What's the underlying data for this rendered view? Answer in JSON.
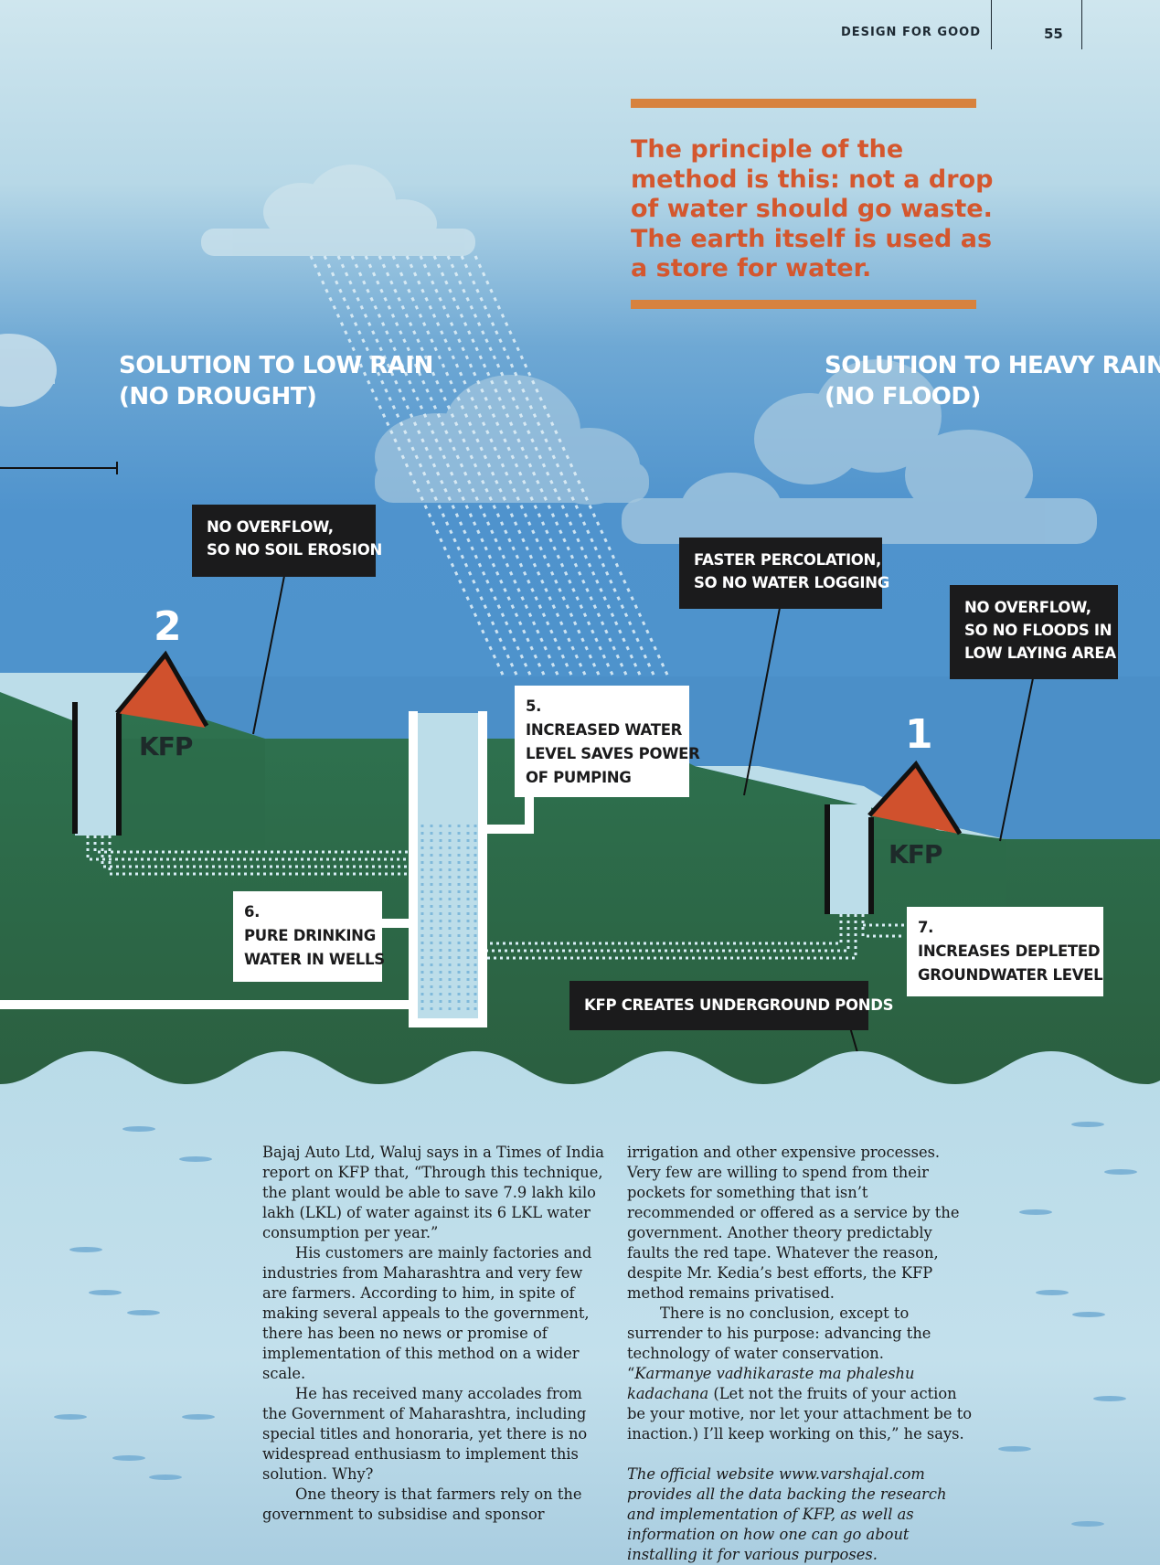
{
  "header": {
    "section": "DESIGN FOR GOOD",
    "page_number": "55"
  },
  "pull_quote": "The principle of the method is this: not a drop of water should go waste. The earth itself is used as a store for water.",
  "diagram": {
    "heading_left": "SOLUTION TO LOW RAIN\n(NO DROUGHT)",
    "heading_right": "SOLUTION TO HEAVY RAIN\n(NO FLOOD)",
    "callout_no_overflow_erosion": "NO OVERFLOW,\nSO NO SOIL EROSION",
    "callout_faster_percolation": "FASTER PERCOLATION,\nSO NO WATER LOGGING",
    "callout_no_floods": "NO OVERFLOW,\nSO NO FLOODS IN\nLOW LAYING AREA",
    "callout_5": "5.\nINCREASED WATER\nLEVEL SAVES POWER\nOF PUMPING",
    "callout_6": "6.\nPURE DRINKING\nWATER IN WELLS",
    "callout_7": "7.\nINCREASES DEPLETED\nGROUNDWATER LEVEL",
    "callout_underground": "KFP CREATES UNDERGROUND PONDS",
    "marker_1": "1",
    "marker_2": "2",
    "kfp_label_left": "KFP",
    "kfp_label_right": "KFP"
  },
  "body": {
    "left_column": [
      "Bajaj Auto Ltd, Waluj says in a Times of India report on KFP that, “Through this technique, the plant would be able to save 7.9 lakh kilo lakh (LKL) of water against its 6 LKL water consumption per year.”",
      "His customers are mainly factories and industries from Maharashtra and very few are farmers. According to him, in spite of making several appeals to the government, there has been no news or promise of implementation of this method on a wider scale.",
      "He has received many accolades from the Government of Maharashtra, including special titles and honoraria, yet there is no widespread enthusiasm to implement this solution. Why?",
      "One theory is that farmers rely on the government to subsidise and sponsor"
    ],
    "right_column_p1": "irrigation and other expensive processes. Very few are willing to spend from their pockets for something that isn’t recommended or offered as a service by the government. Another theory predictably faults the red tape. Whatever the reason, despite Mr. Kedia’s best efforts, the KFP method remains privatised.",
    "right_column_p2_before": "There is no conclusion, except to surrender to his purpose: advancing the technology of water conservation. “",
    "right_column_p2_italic": "Karmanye vadhikaraste ma phaleshu kadachana",
    "right_column_p2_after": " (Let not the fruits of your action be your motive, nor let your attachment be to inaction.) I’ll keep working on this,” he says.",
    "caption": "The official website www.varshajal.com provides all the data backing the research and implementation of KFP, as well as information on how one can go about installing it for various purposes."
  },
  "colors": {
    "sky_top": "#cfe6ee",
    "sky_blue": "#4f93cd",
    "ground_green": "#2f6e4b",
    "water_light": "#b9dbe8",
    "accent_orange": "#d4572e",
    "roof_red": "#d0512d",
    "callout_dark": "#1b1b1c"
  }
}
